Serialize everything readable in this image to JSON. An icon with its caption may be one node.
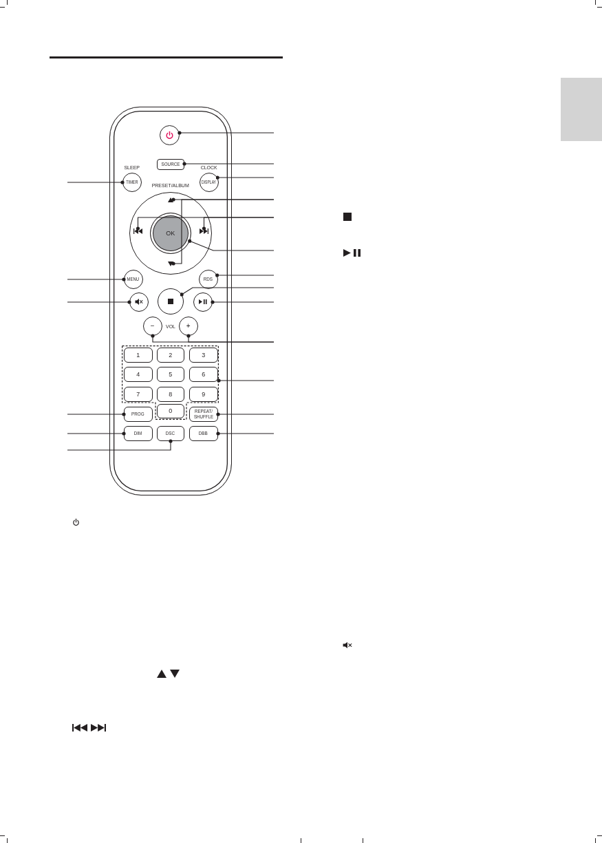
{
  "diagram": {
    "nodes": [
      {
        "text": [],
        "shape": "box"
      },
      {
        "text": [],
        "shape": "circle",
        "in": 0
      },
      {
        "text": [
          "SOURCE"
        ],
        "in": 0
      },
      {
        "text": [
          "SLEEP",
          "TIMER"
        ],
        "in": 0
      },
      {
        "text": [
          "CLOCK",
          "DISPLAY"
        ],
        "in": 0
      },
      {
        "text": [
          "PRESET/ALBUM"
        ],
        "in": 0
      },
      {
        "text": [],
        "shape": "triangle",
        "in": 5
      },
      {
        "text": [],
        "shape": "picture",
        "in": 5
      },
      {
        "text": [
          "OK"
        ],
        "in": 5
      },
      {
        "text": [],
        "shape": "picture",
        "in": 5
      },
      {
        "text": [],
        "shape": "triangle",
        "in": 5
      },
      {
        "text": [
          "MENU"
        ],
        "in": 0
      },
      {
        "text": [
          "RDS"
        ],
        "in": 0
      },
      {
        "text": [],
        "shape": "circle",
        "in": 0
      },
      {
        "text": [],
        "shape": "circle",
        "in": 0
      },
      {
        "text": [],
        "shape": "circle",
        "in": 0
      },
      {
        "text": [
          "−"
        ],
        "in": 0
      },
      {
        "text": [
          "+"
        ],
        "in": 0
      },
      {
        "text": [],
        "shape": "box",
        "in": 0
      },
      {
        "text": [
          "1"
        ],
        "in": 18
      },
      {
        "text": [
          "2"
        ],
        "in": 18
      },
      {
        "text": [
          "3"
        ],
        "in": 18
      },
      {
        "text": [
          "4"
        ],
        "in": 18
      },
      {
        "text": [
          "5"
        ],
        "in": 18
      },
      {
        "text": [
          "6"
        ],
        "in": 18
      },
      {
        "text": [
          "7"
        ],
        "in": 18
      },
      {
        "text": [
          "8"
        ],
        "in": 18
      },
      {
        "text": [
          "9"
        ],
        "in": 18
      },
      {
        "text": [
          "PROG"
        ],
        "in": 0
      },
      {
        "text": [
          "0"
        ],
        "in": 18
      },
      {
        "text": [
          "REPEAT/ SHUFFLE"
        ],
        "in": 0
      },
      {
        "text": [
          "DIM"
        ],
        "in": 0
      },
      {
        "text": [
          "DSC"
        ],
        "in": 0
      },
      {
        "text": [
          "DBB"
        ],
        "in": 0
      },
      {
        "text": [],
        "shape": "box"
      }
    ],
    "edges": [
      {
        "from": null,
        "to": 1,
        "arrow": "other"
      },
      {
        "from": null,
        "to": 2,
        "arrow": "other"
      },
      {
        "from": null,
        "to": 4,
        "arrow": "other"
      },
      {
        "from": null,
        "to": 6,
        "arrow": "other"
      },
      {
        "from": null,
        "to": 10,
        "arrow": "other"
      },
      {
        "from": null,
        "to": 7,
        "arrow": "other"
      },
      {
        "from": null,
        "to": 9,
        "arrow": "other"
      },
      {
        "from": null,
        "to": 8,
        "arrow": "other"
      },
      {
        "from": null,
        "to": 12,
        "arrow": "other"
      },
      {
        "from": null,
        "to": 14,
        "arrow": "other"
      },
      {
        "from": null,
        "to": 15,
        "arrow": "other"
      },
      {
        "from": null,
        "to": 16,
        "arrow": "other"
      },
      {
        "from": null,
        "to": 17,
        "arrow": "other"
      },
      {
        "from": null,
        "to": 18,
        "arrow": "other"
      },
      {
        "from": null,
        "to": 30,
        "arrow": "other"
      },
      {
        "from": null,
        "to": 33,
        "arrow": "other"
      },
      {
        "from": null,
        "to": 3,
        "arrow": "other"
      },
      {
        "from": null,
        "to": 11,
        "arrow": "other"
      },
      {
        "from": null,
        "to": 13,
        "arrow": "other"
      },
      {
        "from": null,
        "to": 28,
        "arrow": "other"
      },
      {
        "from": null,
        "to": 31,
        "arrow": "other"
      },
      {
        "from": null,
        "to": 32,
        "arrow": "other"
      }
    ],
    "labels": [
      "VOL"
    ]
  }
}
